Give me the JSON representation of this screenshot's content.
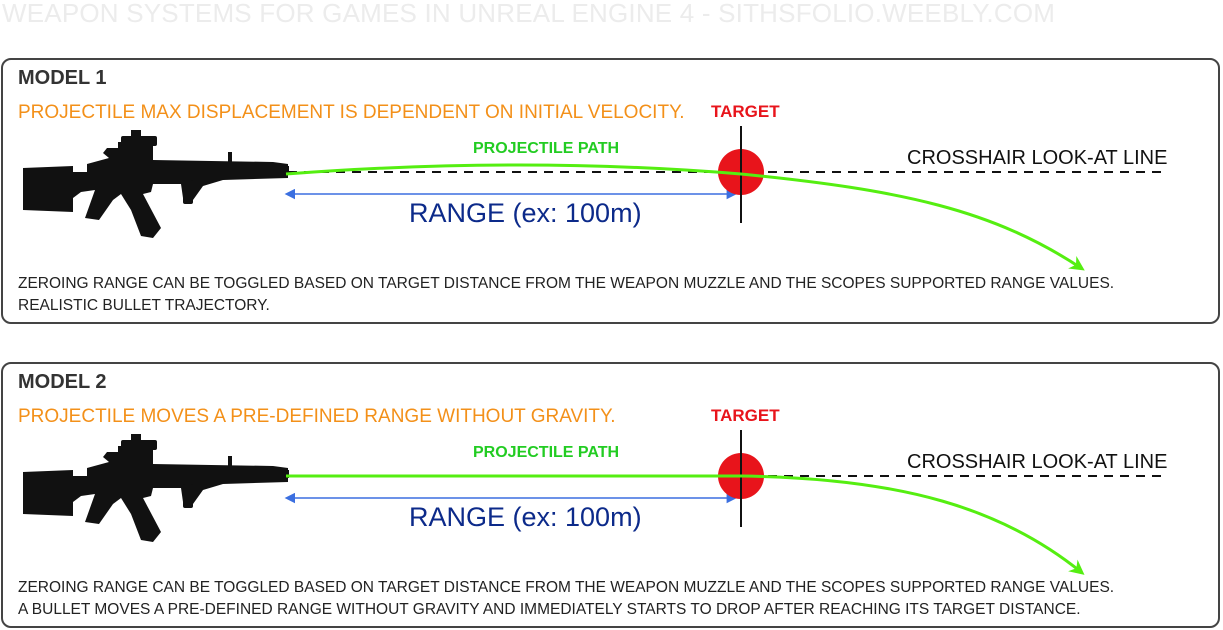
{
  "header": {
    "title": "WEAPON SYSTEMS FOR GAMES IN UNREAL ENGINE 4 - SITHSFOLIO.WEEBLY.COM"
  },
  "colors": {
    "subtitle": "#f39019",
    "target": "#e8141b",
    "projectile_path": "#55ee11",
    "range_arrow": "#3b6fe0",
    "range_text": "#0c2a8a",
    "border": "#444444"
  },
  "panels": [
    {
      "title": "MODEL 1",
      "subtitle": "PROJECTILE MAX DISPLACEMENT IS DEPENDENT ON INITIAL VELOCITY.",
      "target_label": "TARGET",
      "path_label": "PROJECTILE PATH",
      "crosshair_label": "CROSSHAIR LOOK-AT LINE",
      "range_label": "RANGE (ex: 100m)",
      "trajectory": "arc",
      "desc_line1": "ZEROING RANGE CAN BE TOGGLED BASED ON TARGET DISTANCE FROM THE WEAPON MUZZLE AND THE SCOPES SUPPORTED RANGE VALUES.",
      "desc_line2": "REALISTIC BULLET TRAJECTORY.",
      "icons": [
        "rifle-icon",
        "target-icon"
      ]
    },
    {
      "title": "MODEL 2",
      "subtitle": "PROJECTILE MOVES A PRE-DEFINED RANGE WITHOUT GRAVITY.",
      "target_label": "TARGET",
      "path_label": "PROJECTILE PATH",
      "crosshair_label": "CROSSHAIR LOOK-AT LINE",
      "range_label": "RANGE (ex: 100m)",
      "trajectory": "straight-then-drop",
      "desc_line1": "ZEROING RANGE CAN BE TOGGLED BASED ON TARGET DISTANCE FROM THE WEAPON MUZZLE AND THE SCOPES SUPPORTED RANGE VALUES.",
      "desc_line2": "A BULLET MOVES A PRE-DEFINED RANGE WITHOUT GRAVITY AND IMMEDIATELY STARTS TO DROP AFTER REACHING ITS TARGET DISTANCE.",
      "icons": [
        "rifle-icon",
        "target-icon"
      ]
    }
  ]
}
